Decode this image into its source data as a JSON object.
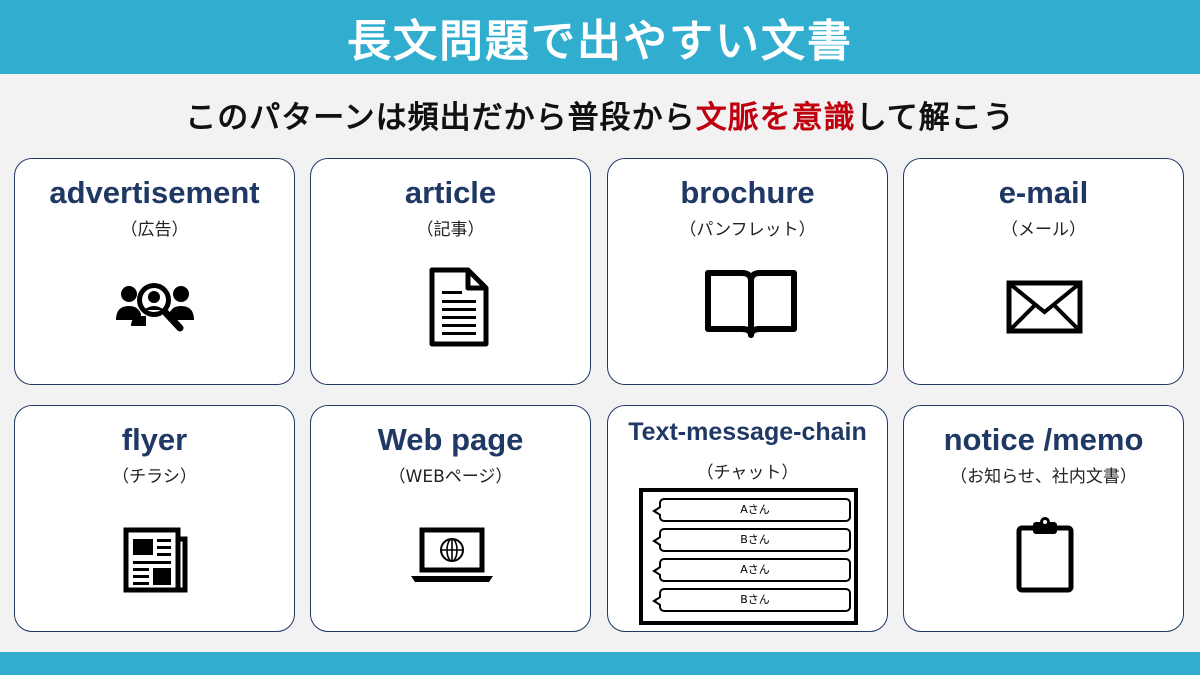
{
  "header": {
    "title": "長文問題で出やすい文書"
  },
  "subtitle": {
    "before": "このパターンは頻出だから普段から",
    "highlight": "文脈を意識",
    "after": "して解こう",
    "highlight_color": "#c0000f"
  },
  "colors": {
    "accent": "#31adcf",
    "card_title": "#1f3864",
    "card_border": "#1f3864"
  },
  "cards": [
    {
      "title": "advertisement",
      "sub": "（広告）",
      "icon": "people-search-icon"
    },
    {
      "title": "article",
      "sub": "（記事）",
      "icon": "document-icon"
    },
    {
      "title": "brochure",
      "sub": "（パンフレット）",
      "icon": "open-book-icon"
    },
    {
      "title": "e-mail",
      "sub": "（メール）",
      "icon": "envelope-icon"
    },
    {
      "title": "flyer",
      "sub": "（チラシ）",
      "icon": "newspaper-icon"
    },
    {
      "title": "Web page",
      "sub": "（WEBページ）",
      "icon": "laptop-globe-icon"
    },
    {
      "title": "Text-message-chain",
      "sub": "（チャット）",
      "icon": "chat-bubbles-icon",
      "bubbles": [
        "Aさん",
        "Bさん",
        "Aさん",
        "Bさん"
      ]
    },
    {
      "title": "notice /memo",
      "sub": "（お知らせ、社内文書）",
      "icon": "clipboard-icon"
    }
  ]
}
